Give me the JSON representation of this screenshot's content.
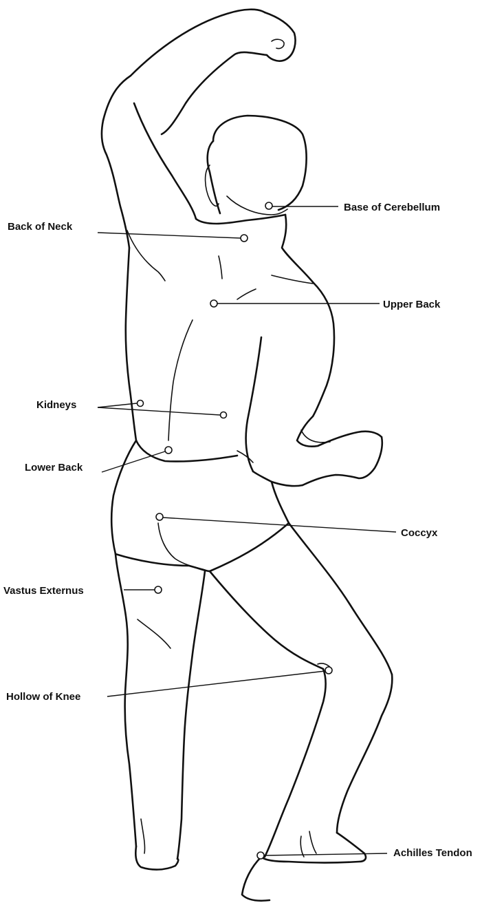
{
  "figure": {
    "labels": {
      "base_of_cerebellum": "Base of Cerebellum",
      "back_of_neck": "Back of Neck",
      "upper_back": "Upper Back",
      "kidneys": "Kidneys",
      "lower_back": "Lower Back",
      "coccyx": "Coccyx",
      "vastus_externus": "Vastus Externus",
      "hollow_of_knee": "Hollow of Knee",
      "achilles_tendon": "Achilles Tendon"
    }
  }
}
